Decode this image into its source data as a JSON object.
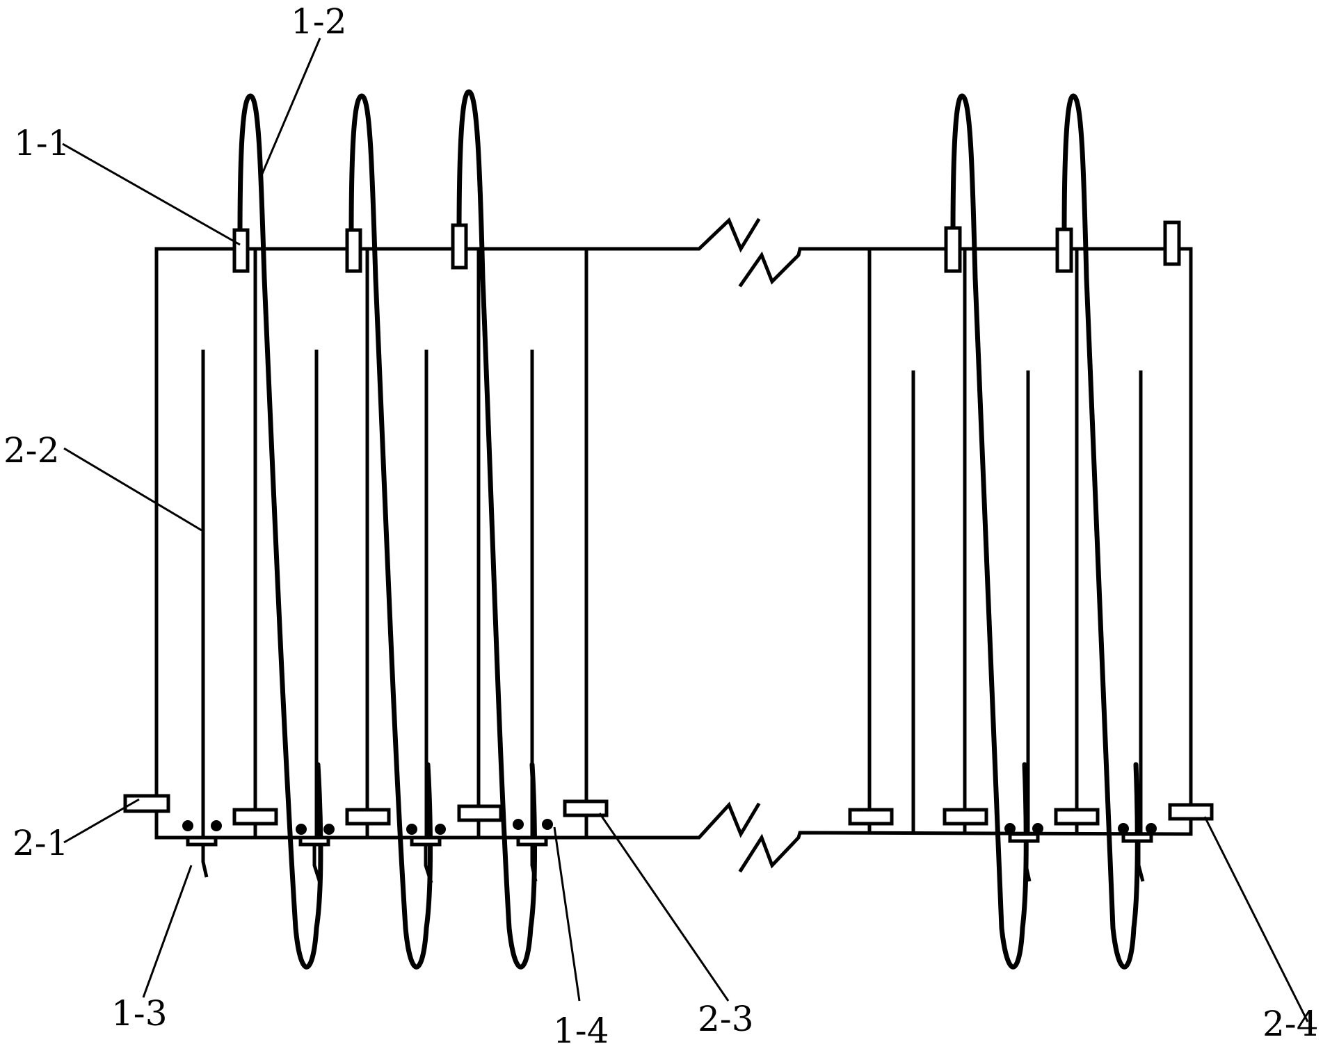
{
  "labels": {
    "l_1_1": "1-1",
    "l_1_2": "1-2",
    "l_1_3": "1-3",
    "l_1_4": "1-4",
    "l_2_1": "2-1",
    "l_2_2": "2-2",
    "l_2_3": "2-3",
    "l_2_4": "2-4"
  },
  "colors": {
    "line": "#000000",
    "background": "#ffffff"
  }
}
